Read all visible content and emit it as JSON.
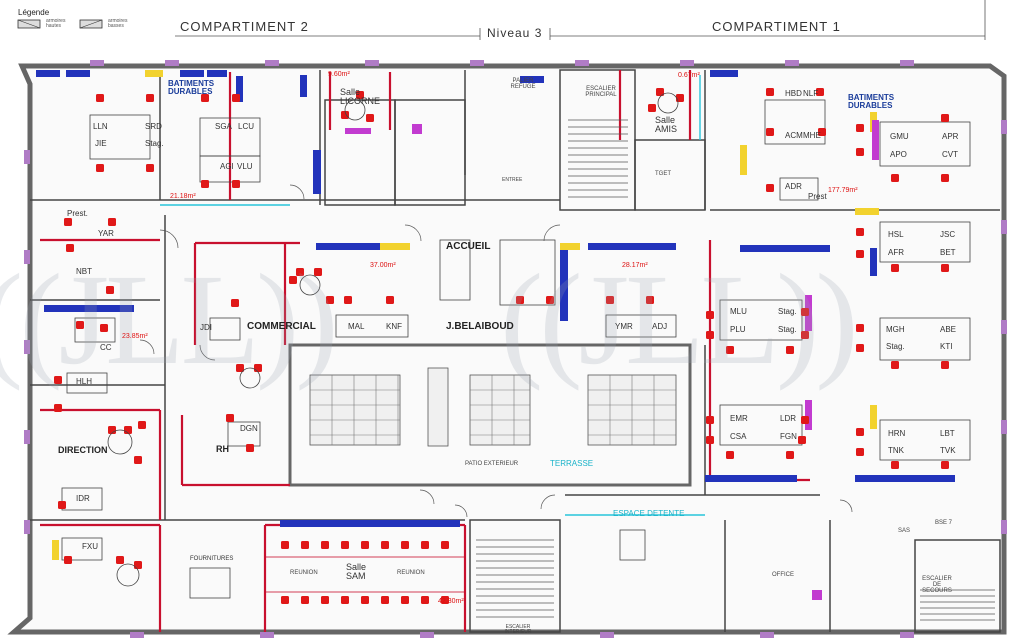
{
  "legend": {
    "title": "Légende",
    "item1": "armoires hautes",
    "item2": "armoires basses"
  },
  "header": {
    "comp2": "COMPARTIMENT 2",
    "niveau": "Niveau 3",
    "comp1": "COMPARTIMENT 1"
  },
  "rooms": {
    "batiments_left": "BATIMENTS DURABLES",
    "batiments_right": "BATIMENTS DURABLES",
    "salle_licorne": "Salle LICORNE",
    "salle_amis": "Salle AMIS",
    "accueil": "ACCUEIL",
    "j_belaiboud": "J.BELAIBOUD",
    "commercial": "COMMERCIAL",
    "direction": "DIRECTION",
    "rh": "RH",
    "fournitures": "FOURNITURES",
    "salle_sam": "Salle SAM",
    "reunion_left": "REUNION",
    "reunion_right": "REUNION",
    "espace_detente": "ESPACE DETENTE",
    "terrasse": "TERRASSE",
    "patio": "PATIO EXTERIEUR",
    "office": "OFFICE",
    "escalier_secours": "ESCALIER DE SECOURS",
    "escalier_principal": "ESCALIER PRINCIPAL",
    "escalier_interieur": "ESCALIER INTERIEUR",
    "palier_refuge": "PALIER REFUGE",
    "tget": "TGET",
    "sas": "SAS",
    "entree": "ENTREE",
    "bse7": "BSE 7"
  },
  "areas": {
    "a1": "9.60m²",
    "a2": "0.67m²",
    "a3": "21.18m²",
    "a4": "177.79m²",
    "a5": "37.00m²",
    "a6": "28.17m²",
    "a7": "23.85m²",
    "a8": "42.30m²"
  },
  "people": {
    "lln": "LLN",
    "jie": "JIE",
    "srd": "SRD",
    "stag1": "Stag.",
    "sga": "SGA",
    "lcu": "LCU",
    "agi": "AGI",
    "vlu": "VLU",
    "presti": "Prest.",
    "yar": "YAR",
    "nbt": "NBT",
    "cc": "CC",
    "hlh": "HLH",
    "idr": "IDR",
    "fxu": "FXU",
    "dgn": "DGN",
    "jdi": "JDI",
    "mal": "MAL",
    "knf": "KNF",
    "ymr": "YMR",
    "adj": "ADJ",
    "hbd": "HBD",
    "nlf": "NLF",
    "acm": "ACM",
    "mhe": "MHE",
    "adr": "ADR",
    "prest2": "Prest",
    "gmu": "GMU",
    "apr": "APR",
    "apo": "APO",
    "cvt": "CVT",
    "hsl": "HSL",
    "jsc": "JSC",
    "afr": "AFR",
    "bet": "BET",
    "mlu": "MLU",
    "stag2": "Stag.",
    "plu": "PLU",
    "stag3": "Stag.",
    "mgh": "MGH",
    "abe": "ABE",
    "stag4": "Stag.",
    "kti": "KTI",
    "emr": "EMR",
    "ldr": "LDR",
    "csa": "CSA",
    "fgn": "FGN",
    "hrn": "HRN",
    "lbt": "LBT",
    "tnk": "TNK",
    "tvk": "TVK"
  }
}
